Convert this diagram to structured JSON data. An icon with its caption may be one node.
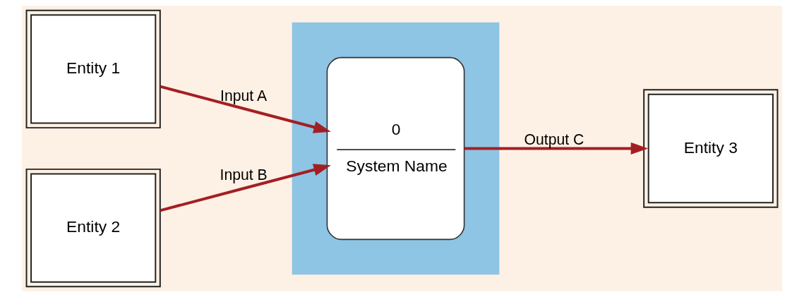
{
  "diagram": {
    "nodes": [
      {
        "text": [
          "Entity 1"
        ]
      },
      {
        "text": [
          "Entity 2"
        ]
      },
      {
        "text": [],
        "shape": "box"
      },
      {
        "text": [
          "0",
          "System Name"
        ],
        "in": 2
      },
      {
        "text": [
          "Entity 3"
        ]
      }
    ],
    "edges": [
      {
        "from": 0,
        "to": 3,
        "arrow": "to",
        "label": "Input A"
      },
      {
        "from": 1,
        "to": 3,
        "arrow": "to",
        "label": "Input B"
      },
      {
        "from": 3,
        "to": 4,
        "arrow": "to",
        "label": "Output C"
      }
    ]
  }
}
